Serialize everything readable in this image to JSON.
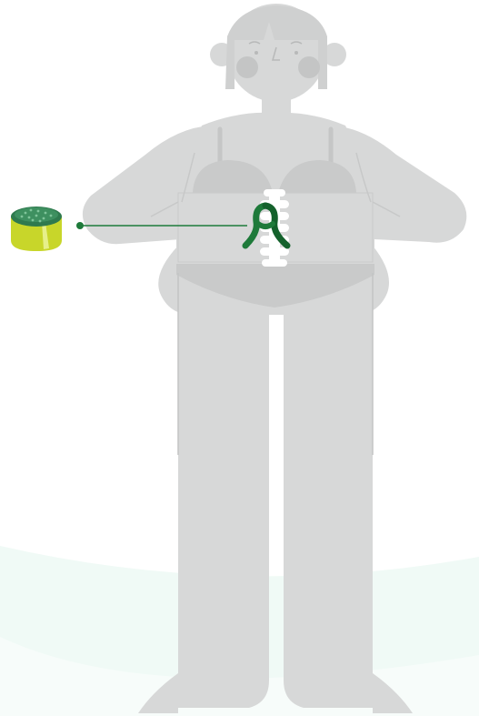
{
  "illustration": {
    "subject": "body-figure",
    "marker": "awareness-ribbon",
    "callout": "spine-tissue-sample"
  },
  "colors": {
    "background": "#ffffff",
    "ground": "#f0faf6",
    "ground_light": "#f7fcfa",
    "body": "#d7d8d8",
    "body_shadow": "#c9caca",
    "body_line": "#bfc0c0",
    "cheek": "#c4c5c5",
    "hair": "#cfd0d0",
    "spine": "#ffffff",
    "ribbon": "#1e7a3a",
    "ribbon_dark": "#14612c",
    "callout_line": "#1e7a3a",
    "sample_side": "#c8d62a",
    "sample_top": "#2f7a4e",
    "sample_dots": "#7fc49a"
  }
}
